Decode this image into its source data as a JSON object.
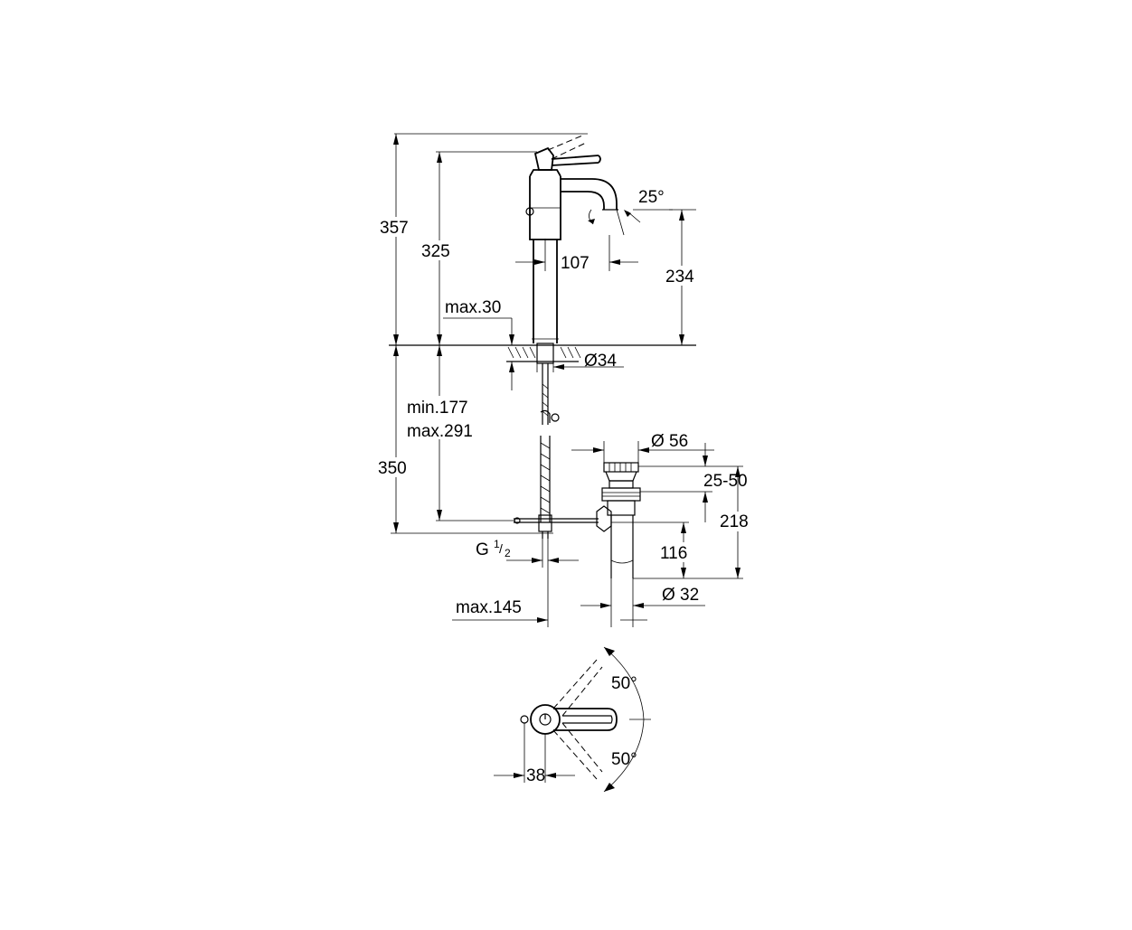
{
  "dimensions": {
    "total_height": "357",
    "spout_height": "325",
    "spout_angle": "25°",
    "spout_reach": "107",
    "outlet_height": "234",
    "max_deck_thickness": "max.30",
    "hole_diameter": "Ø34",
    "connection_min": "min.177",
    "connection_max": "max.291",
    "below_deck": "350",
    "thread_base": "G",
    "thread_fraction_num": "1",
    "thread_fraction_den": "2",
    "offset_max": "max.145",
    "waste_diameter_top": "Ø 56",
    "waste_range": "25-50",
    "waste_height": "218",
    "waste_outlet_height": "116",
    "waste_diameter_pipe": "Ø 32",
    "lever_angle_up": "50°",
    "lever_angle_down": "50°",
    "lever_offset": "38"
  }
}
